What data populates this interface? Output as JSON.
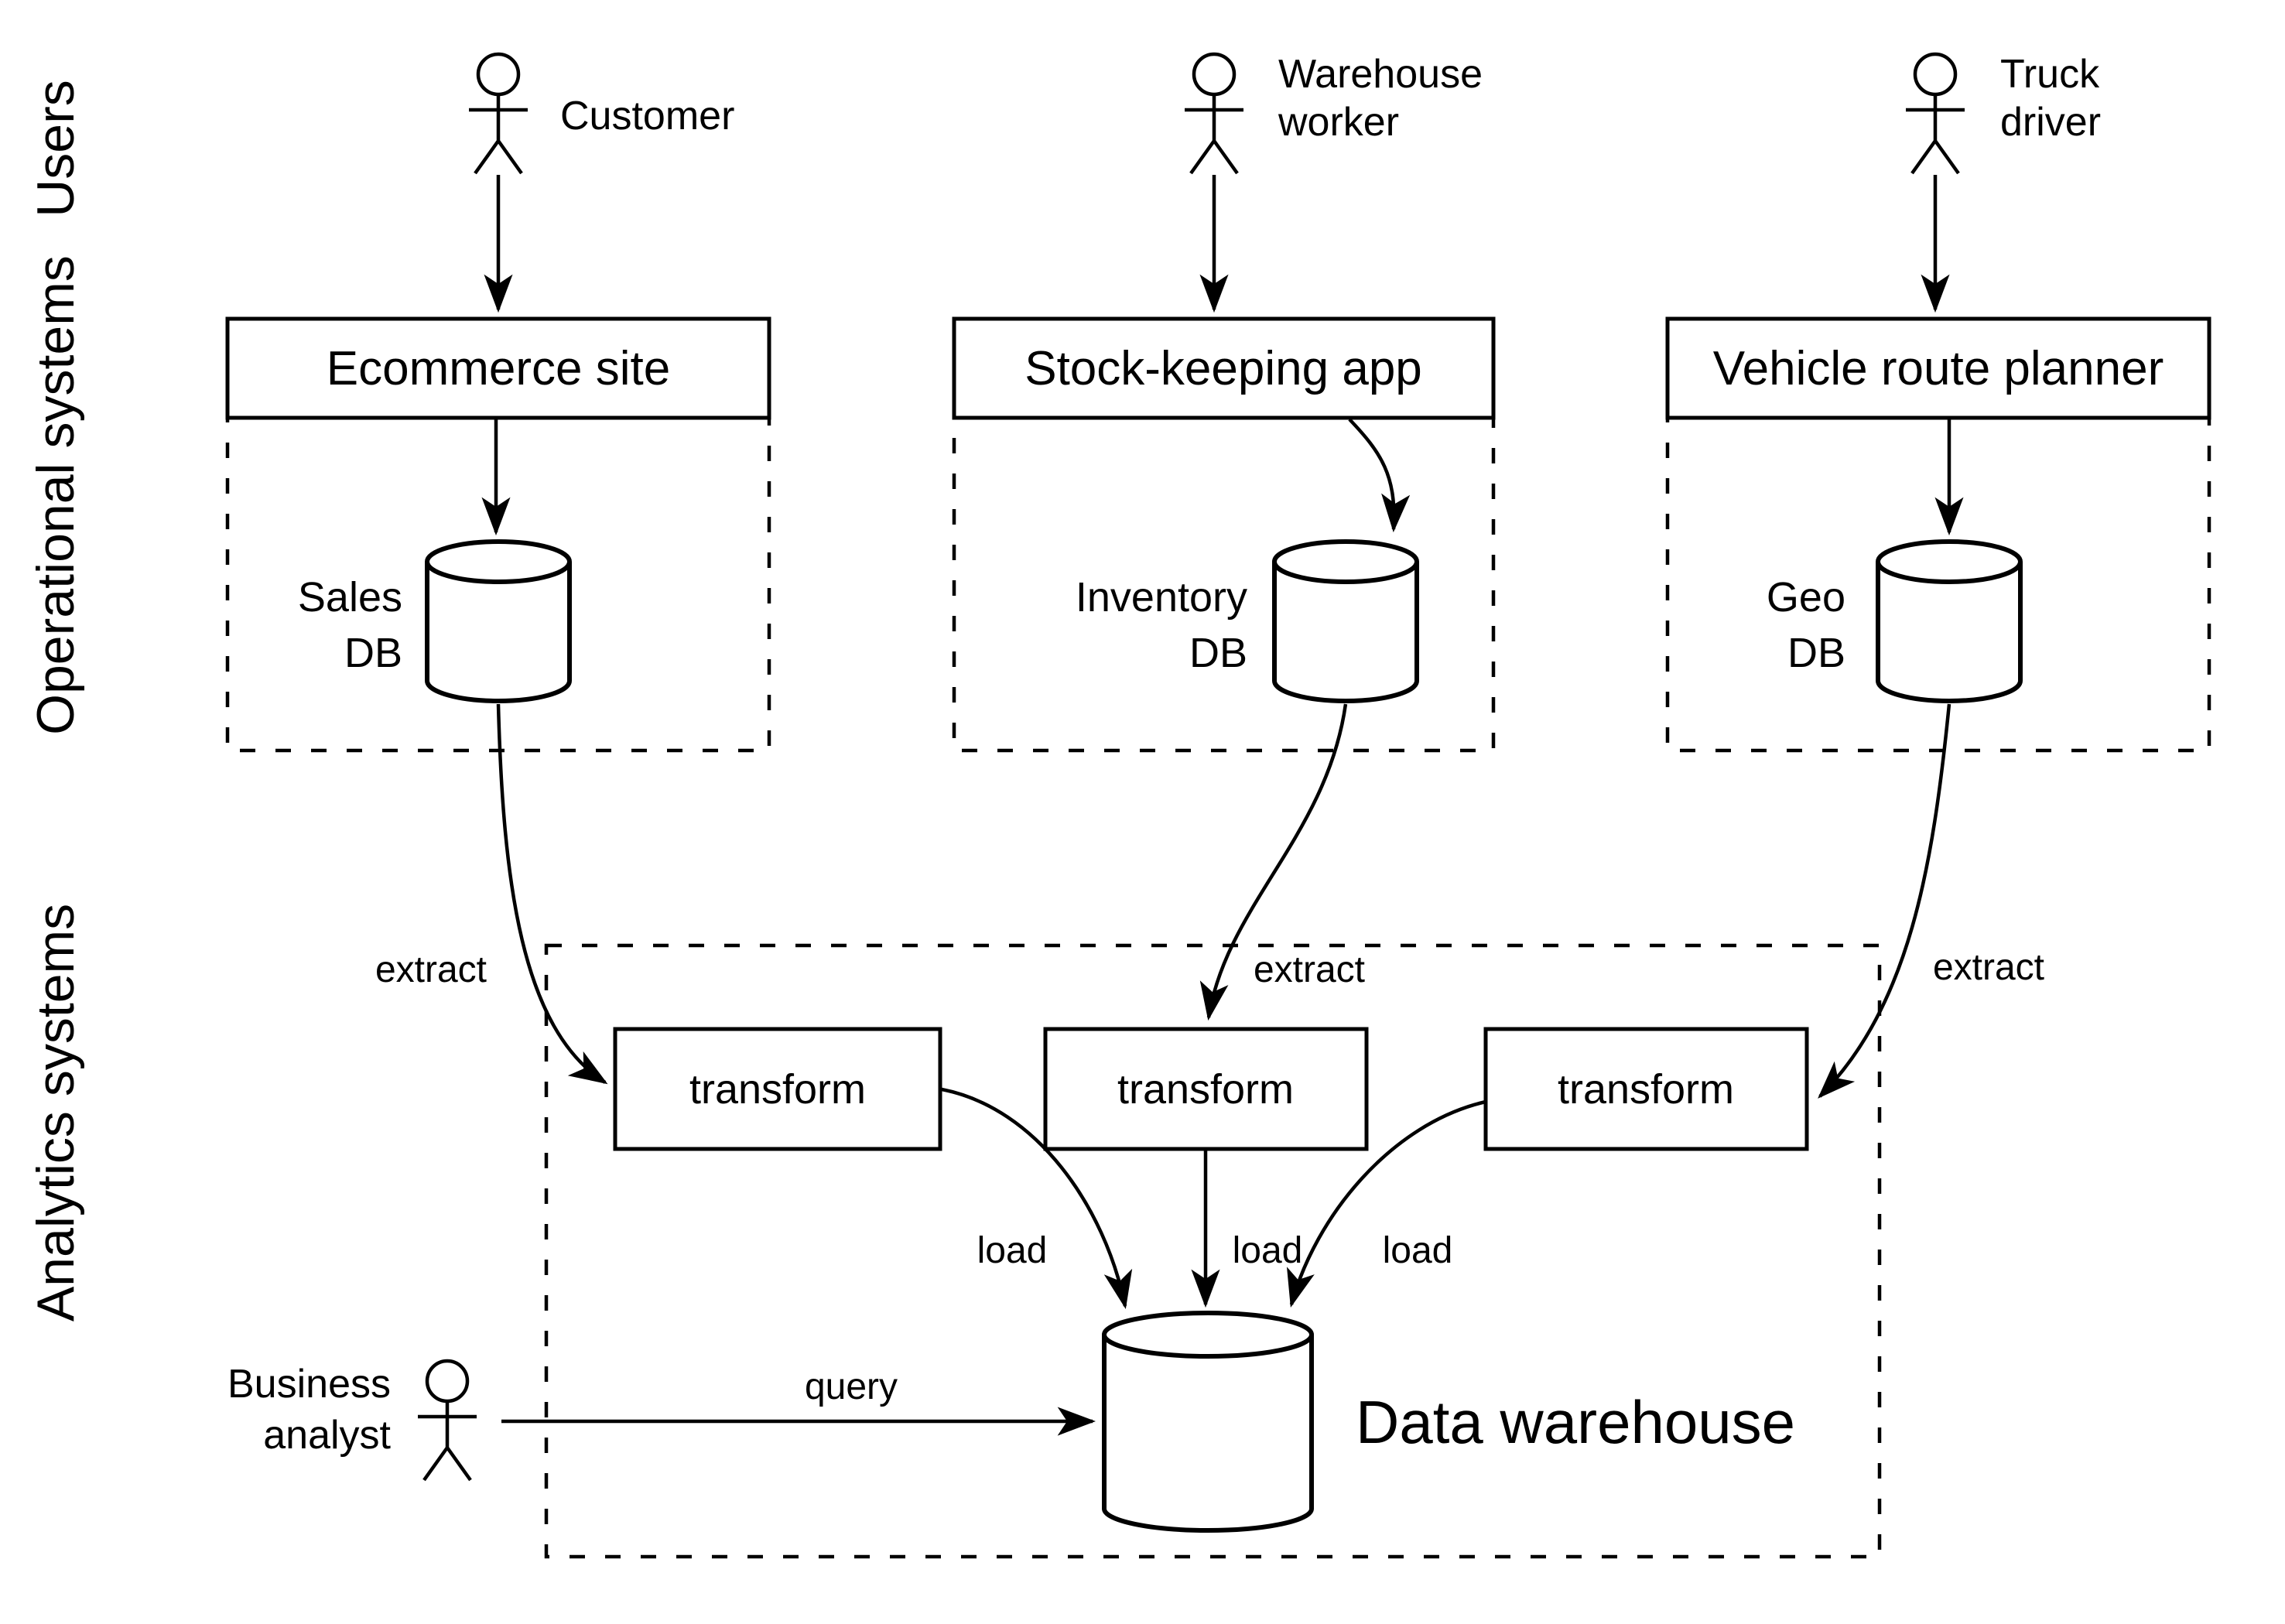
{
  "sections": {
    "users": "Users",
    "operational": "Operational systems",
    "analytics": "Analytics systems"
  },
  "actors": {
    "customer": {
      "label_lines": [
        "Customer"
      ]
    },
    "warehouse_worker": {
      "label_lines": [
        "Warehouse",
        "worker"
      ]
    },
    "truck_driver": {
      "label_lines": [
        "Truck",
        "driver"
      ]
    },
    "business_analyst": {
      "label_lines": [
        "Business",
        "analyst"
      ]
    }
  },
  "systems": {
    "ecommerce": "Ecommerce site",
    "stock_keeping": "Stock-keeping app",
    "route_planner": "Vehicle route planner"
  },
  "databases": {
    "sales": [
      "Sales",
      "DB"
    ],
    "inventory": [
      "Inventory",
      "DB"
    ],
    "geo": [
      "Geo",
      "DB"
    ]
  },
  "etl": {
    "transform_labels": [
      "transform",
      "transform",
      "transform"
    ],
    "extract_labels": [
      "extract",
      "extract",
      "extract"
    ],
    "load_labels": [
      "load",
      "load",
      "load"
    ],
    "query_label": "query"
  },
  "warehouse": {
    "label": "Data warehouse"
  },
  "colors": {
    "ink": "#000000",
    "background": "#ffffff"
  }
}
